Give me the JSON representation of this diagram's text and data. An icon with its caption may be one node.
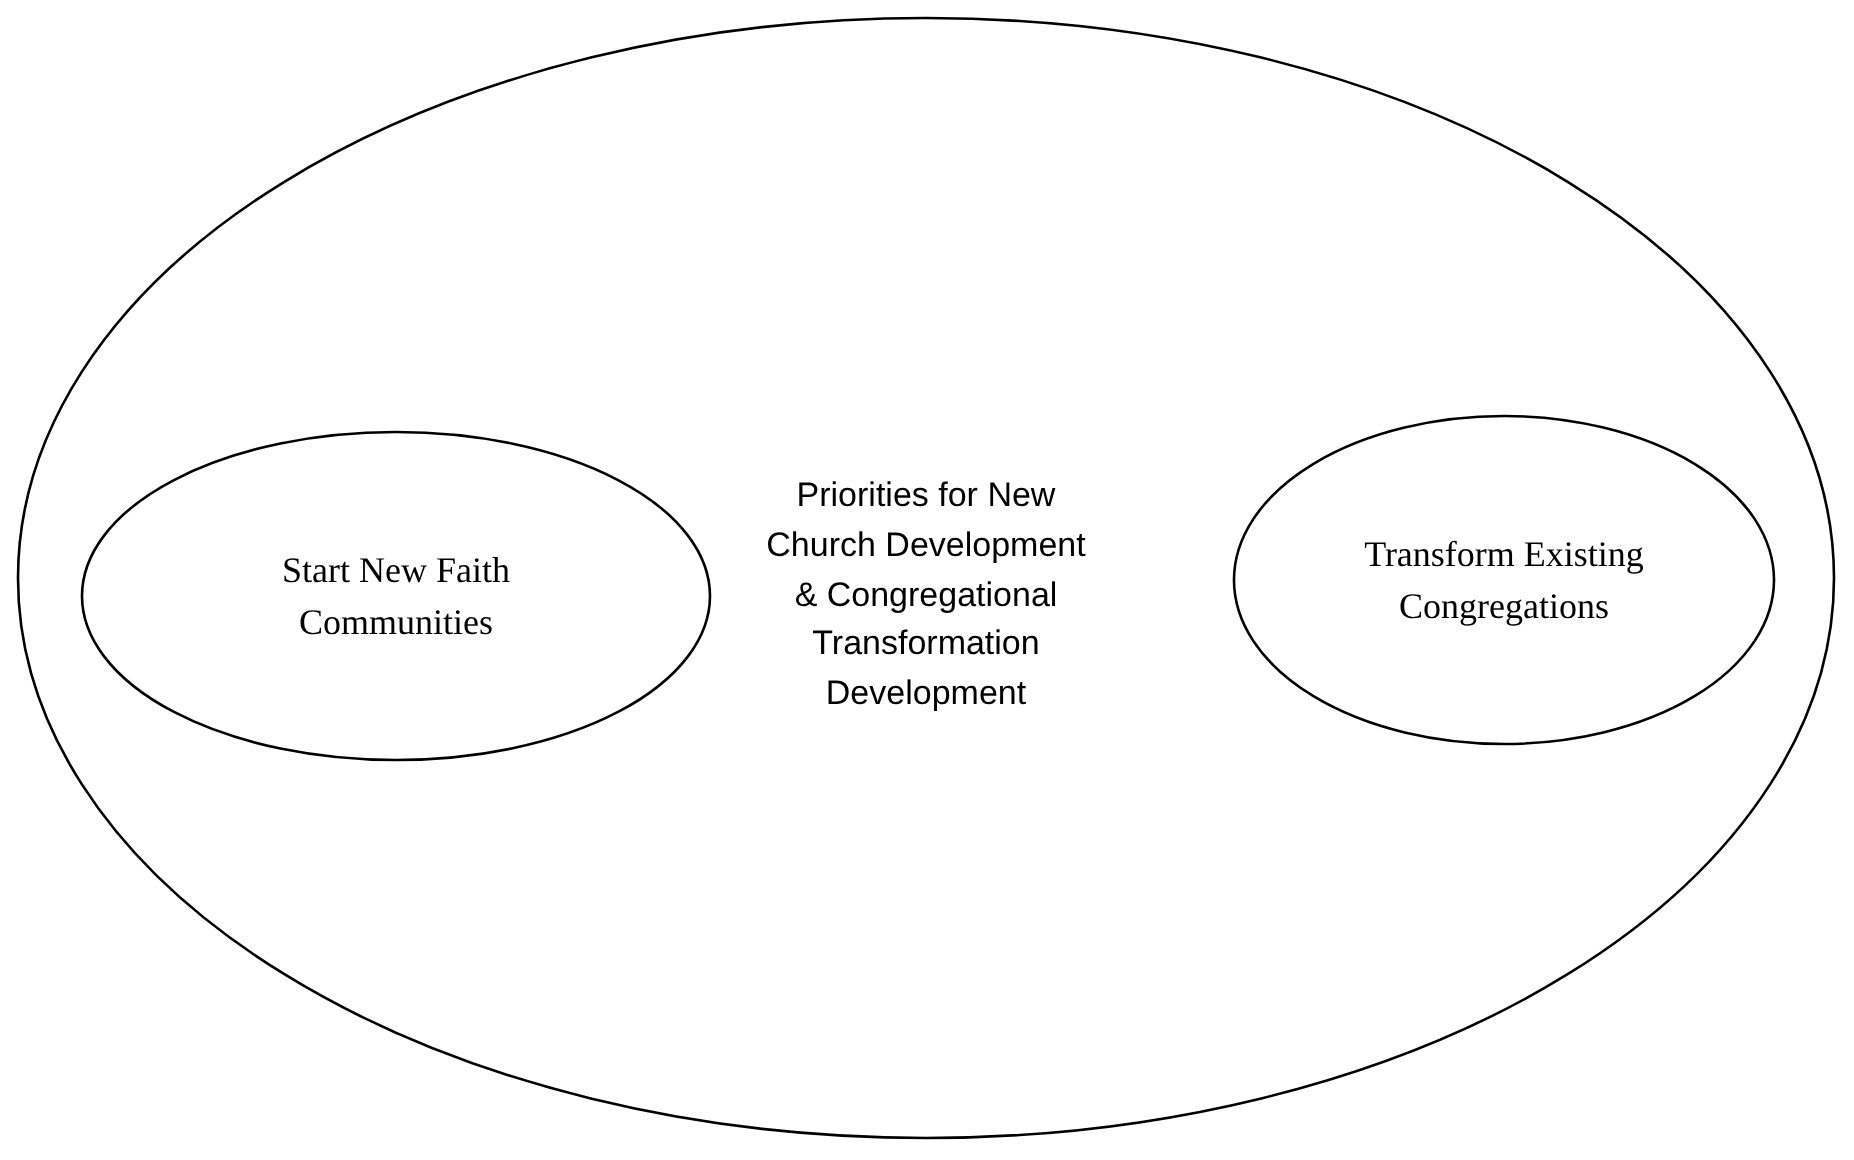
{
  "diagram": {
    "nodes": [
      {
        "text": [
          "Priorities for New Church Development & Congregational Transformation Development"
        ]
      },
      {
        "text": [
          "Start New Faith Communities"
        ],
        "in": 0
      },
      {
        "text": [
          "Transform Existing Congregations"
        ],
        "in": 0
      }
    ]
  }
}
